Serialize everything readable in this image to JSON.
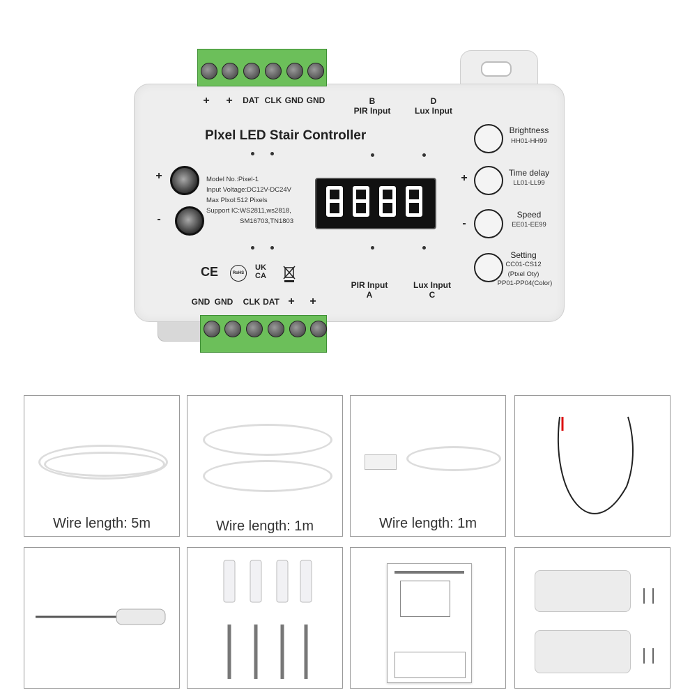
{
  "product": {
    "title": "Plxel LED Stair Controller",
    "top_terminal_labels": [
      "+",
      "+",
      "DAT",
      "CLK",
      "GND",
      "GND"
    ],
    "bottom_terminal_labels": [
      "GND",
      "GND",
      "CLK",
      "DAT",
      "+",
      "+"
    ],
    "power_plus": "+",
    "power_minus": "-",
    "specs": [
      "Model No.:Pixel-1",
      "Input Voltage:DC12V-DC24V",
      "Max Plxol:512 Pixels",
      "Support IC:WS2811,ws2818,",
      "SM16703,TN1803"
    ],
    "inputs": {
      "b_letter": "B",
      "b_label": "PIR Input",
      "d_letter": "D",
      "d_label": "Lux Input",
      "a_label": "PIR Input",
      "a_letter": "A",
      "c_label": "Lux Input",
      "c_letter": "C"
    },
    "buttons": [
      {
        "title": "Brightness",
        "range": "HH01-HH99"
      },
      {
        "title": "Time delay",
        "range": "LL01-LL99"
      },
      {
        "title": "Speed",
        "range": "EE01-EE99"
      },
      {
        "title": "Setting",
        "range": "CC01-CS12",
        "extra1": "(Ptxel Oty)",
        "extra2": "PP01-PP04(Color)"
      }
    ],
    "plus_sign": "+",
    "minus_sign": "-",
    "cert_marks": [
      "CE",
      "RoHS",
      "UK CA"
    ]
  },
  "accessories": [
    {
      "caption": "Wire length: 5m"
    },
    {
      "caption": "Wire length: 1m"
    },
    {
      "caption": "Wire length: 1m"
    },
    {
      "caption": ""
    },
    {
      "caption": ""
    },
    {
      "caption": ""
    },
    {
      "caption": ""
    },
    {
      "caption": ""
    }
  ]
}
